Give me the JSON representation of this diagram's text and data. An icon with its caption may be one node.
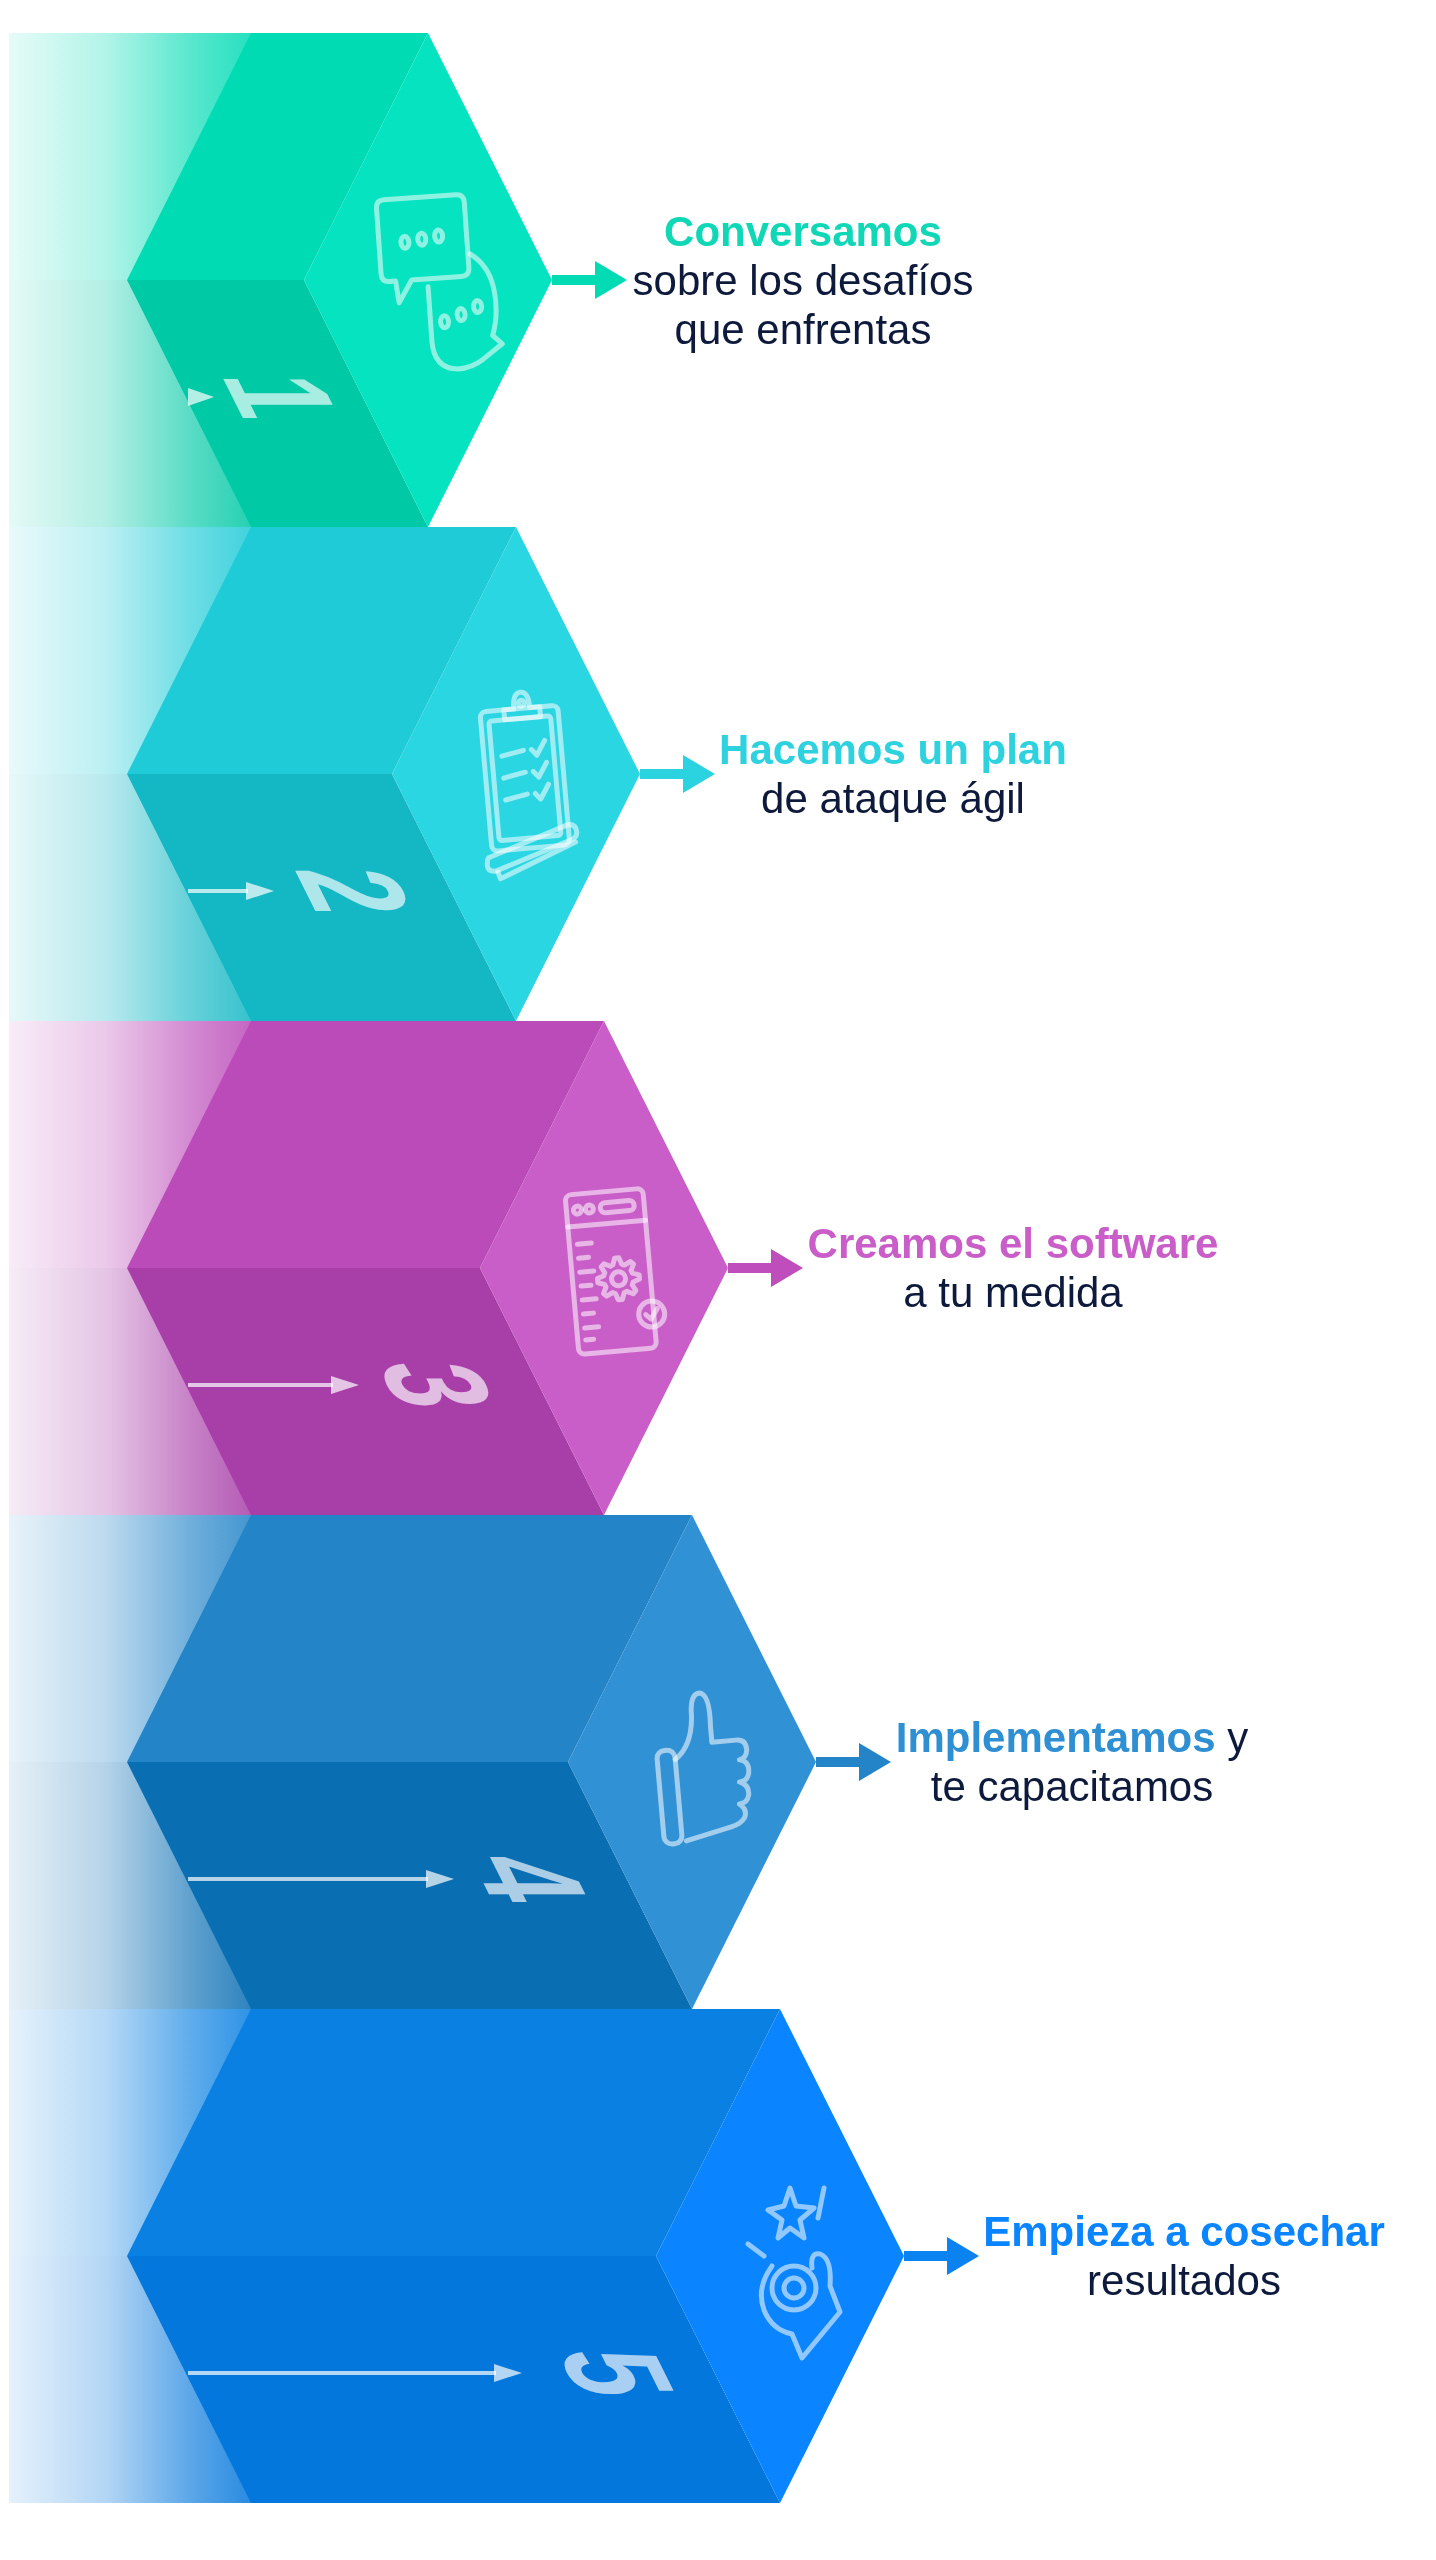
{
  "diagram": {
    "nodes": [
      {
        "text": [
          "1"
        ]
      },
      {
        "text": [
          "**Conversamos** sobre los desafíos que enfrentas"
        ]
      },
      {
        "text": [
          "2"
        ]
      },
      {
        "text": [
          "**Hacemos un plan** de ataque ágil"
        ]
      },
      {
        "text": [
          "3"
        ]
      },
      {
        "text": [
          "**Creamos el software** a tu medida"
        ]
      },
      {
        "text": [
          "4"
        ]
      },
      {
        "text": [
          "**Implementamos** y te capacitamos"
        ]
      },
      {
        "text": [
          "5"
        ]
      },
      {
        "text": [
          "**Empieza a cosechar** resultados"
        ]
      }
    ],
    "edges": [
      {
        "from": 0,
        "to": 1,
        "arrow": "to",
        "color": "#00dbb4"
      },
      {
        "from": 2,
        "to": 3,
        "arrow": "to",
        "color": "#2bd3e0"
      },
      {
        "from": 4,
        "to": 5,
        "arrow": "to",
        "color": "#bf4dbc"
      },
      {
        "from": 6,
        "to": 7,
        "arrow": "to",
        "color": "#2384c8"
      },
      {
        "from": 8,
        "to": 9,
        "arrow": "to",
        "color": "#0a82f0"
      }
    ]
  }
}
